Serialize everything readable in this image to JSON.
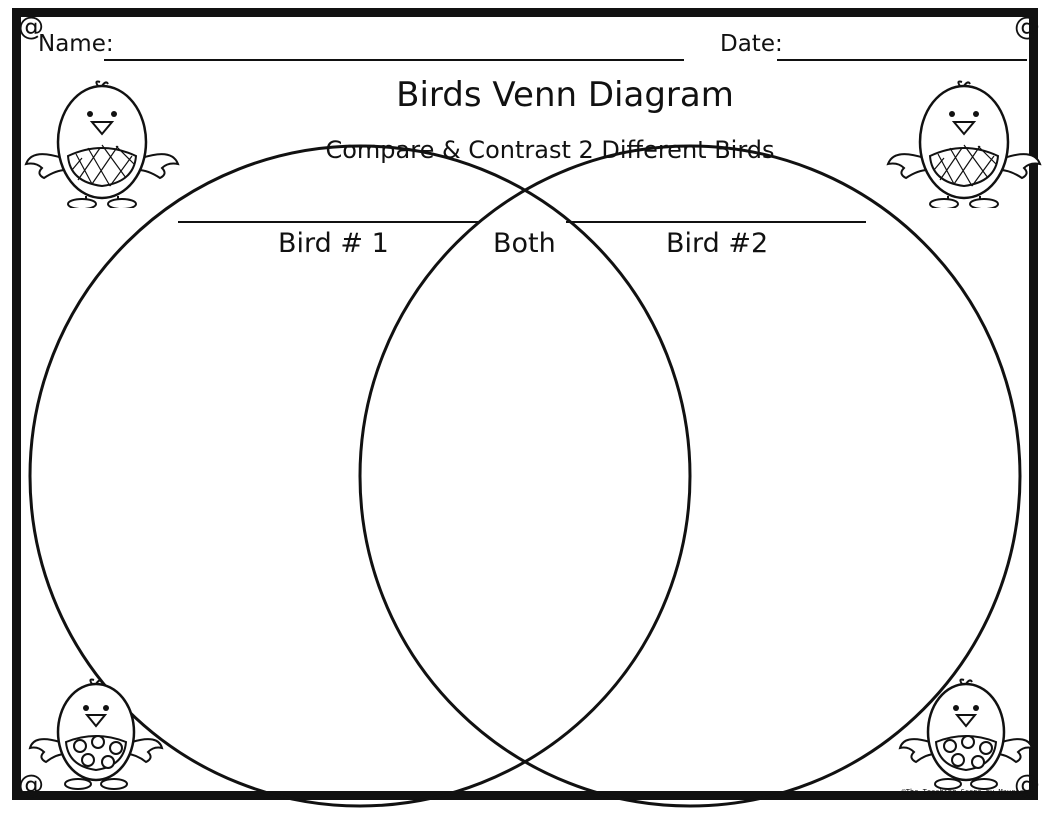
{
  "header": {
    "name_label": "Name:",
    "date_label": "Date:"
  },
  "title": "Birds Venn Diagram",
  "subtitle": "Compare & Contrast 2 Different Birds",
  "venn": {
    "left_label": "Bird # 1",
    "center_label": "Both",
    "right_label": "Bird #2"
  },
  "footer": {
    "credit": "©The Teaching Scene by Maureen"
  },
  "decorations": {
    "birds": [
      "bird-plaid-icon",
      "bird-plaid-icon",
      "bird-polkadot-icon",
      "bird-polkadot-icon"
    ],
    "corner_swirls": [
      "swirl-icon",
      "swirl-icon",
      "swirl-icon",
      "swirl-icon"
    ]
  }
}
